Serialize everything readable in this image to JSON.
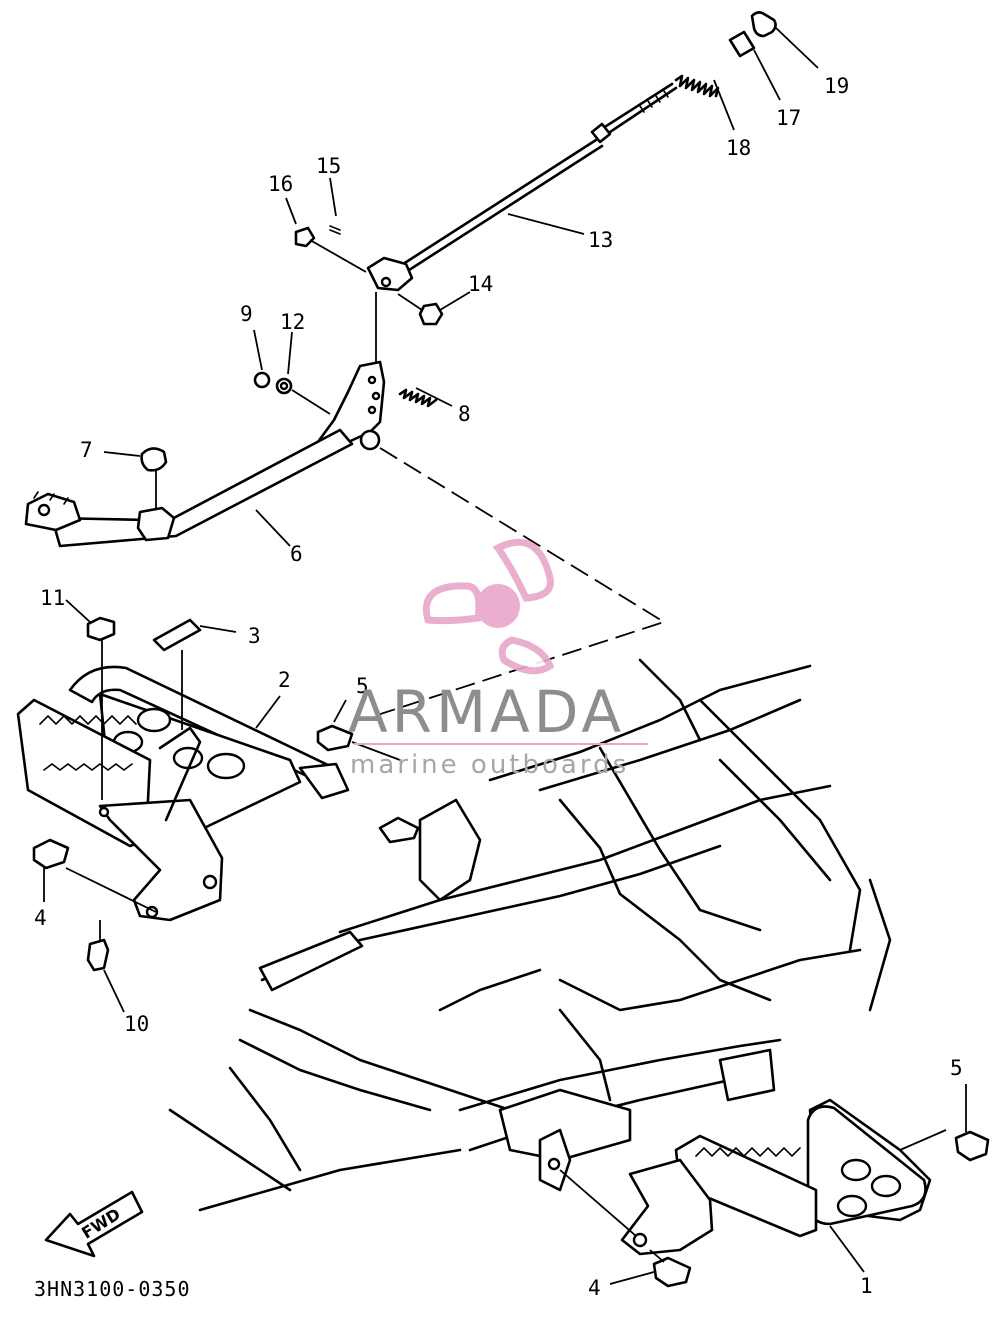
{
  "diagram": {
    "drawing_code": "3HN3100-0350",
    "direction_marker": "FWD",
    "callouts": [
      {
        "id": "c19",
        "label": "19"
      },
      {
        "id": "c17",
        "label": "17"
      },
      {
        "id": "c18",
        "label": "18"
      },
      {
        "id": "c15",
        "label": "15"
      },
      {
        "id": "c16",
        "label": "16"
      },
      {
        "id": "c13",
        "label": "13"
      },
      {
        "id": "c14",
        "label": "14"
      },
      {
        "id": "c9",
        "label": "9"
      },
      {
        "id": "c12",
        "label": "12"
      },
      {
        "id": "c8",
        "label": "8"
      },
      {
        "id": "c7",
        "label": "7"
      },
      {
        "id": "c6",
        "label": "6"
      },
      {
        "id": "c11",
        "label": "11"
      },
      {
        "id": "c3",
        "label": "3"
      },
      {
        "id": "c2",
        "label": "2"
      },
      {
        "id": "c5a",
        "label": "5"
      },
      {
        "id": "c4a",
        "label": "4"
      },
      {
        "id": "c10",
        "label": "10"
      },
      {
        "id": "c5b",
        "label": "5"
      },
      {
        "id": "c4b",
        "label": "4"
      },
      {
        "id": "c1",
        "label": "1"
      }
    ]
  },
  "watermark": {
    "brand": "ARMADA",
    "tagline": "marine outboards",
    "logo_icon": "propeller-icon",
    "logo_color": "#e8a6c9",
    "text_color": "#8d8d8d"
  }
}
